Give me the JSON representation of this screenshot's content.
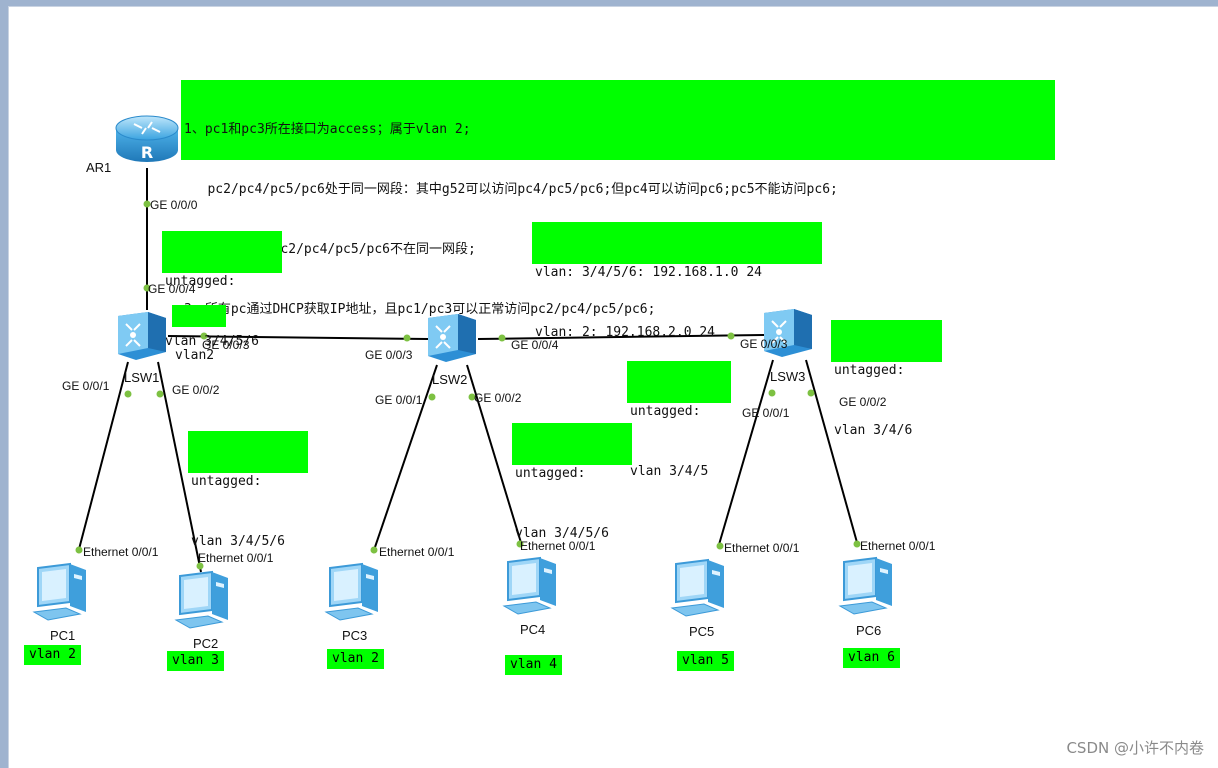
{
  "notes": {
    "requirements": [
      "1、pc1和pc3所在接口为access；属于vlan 2;",
      "   pc2/pc4/pc5/pc6处于同一网段：其中g52可以访问pc4/pc5/pc6;但pc4可以访问pc6;pc5不能访问pc6;",
      "2、pc1/pc3与pc2/pc4/pc5/pc6不在同一网段;",
      "3、所有pc通过DHCP获取IP地址，且pc1/pc3可以正常访问pc2/pc4/pc5/pc6;"
    ],
    "subnets": [
      "vlan: 3/4/5/6: 192.168.1.0 24",
      "vlan: 2: 192.168.2.0 24"
    ],
    "ar1_lsw1": [
      "untagged:",
      "vlan 3/4/5/6"
    ],
    "lsw1_vlan": "vlan2",
    "lsw1_pc2": [
      "untagged:",
      "vlan 3/4/5/6"
    ],
    "lsw2_pc4": [
      "untagged:",
      "vlan 3/4/5/6"
    ],
    "lsw2_lsw3": [
      "untagged:",
      "vlan 3/4/5"
    ],
    "lsw3_pc6": [
      "untagged:",
      "vlan 3/4/6"
    ]
  },
  "devices": {
    "ar1": "AR1",
    "lsw1": "LSW1",
    "lsw2": "LSW2",
    "lsw3": "LSW3",
    "pc1": "PC1",
    "pc2": "PC2",
    "pc3": "PC3",
    "pc4": "PC4",
    "pc5": "PC5",
    "pc6": "PC6"
  },
  "ports": {
    "ar1_ge000": "GE 0/0/0",
    "lsw1_ge004": "GE 0/0/4",
    "lsw1_ge003": "GE 0/0/3",
    "lsw1_ge001": "GE 0/0/1",
    "lsw1_ge002": "GE 0/0/2",
    "lsw2_ge003": "GE 0/0/3",
    "lsw2_ge004": "GE 0/0/4",
    "lsw2_ge001": "GE 0/0/1",
    "lsw2_ge002": "GE 0/0/2",
    "lsw3_ge003": "GE 0/0/3",
    "lsw3_ge001": "GE 0/0/1",
    "lsw3_ge002": "GE 0/0/2",
    "pc1_eth": "Ethernet 0/0/1",
    "pc2_eth": "Ethernet 0/0/1",
    "pc3_eth": "Ethernet 0/0/1",
    "pc4_eth": "Ethernet 0/0/1",
    "pc5_eth": "Ethernet 0/0/1",
    "pc6_eth": "Ethernet 0/0/1"
  },
  "pc_vlans": {
    "pc1": "vlan 2",
    "pc2": "vlan 3",
    "pc3": "vlan 2",
    "pc4": "vlan 4",
    "pc5": "vlan 5",
    "pc6": "vlan 6"
  },
  "watermark": "CSDN @小许不内卷",
  "colors": {
    "note_bg": "#00ff00",
    "link": "#000000",
    "port_dot": "#7dc142",
    "device_blue": "#4fb3ea"
  }
}
